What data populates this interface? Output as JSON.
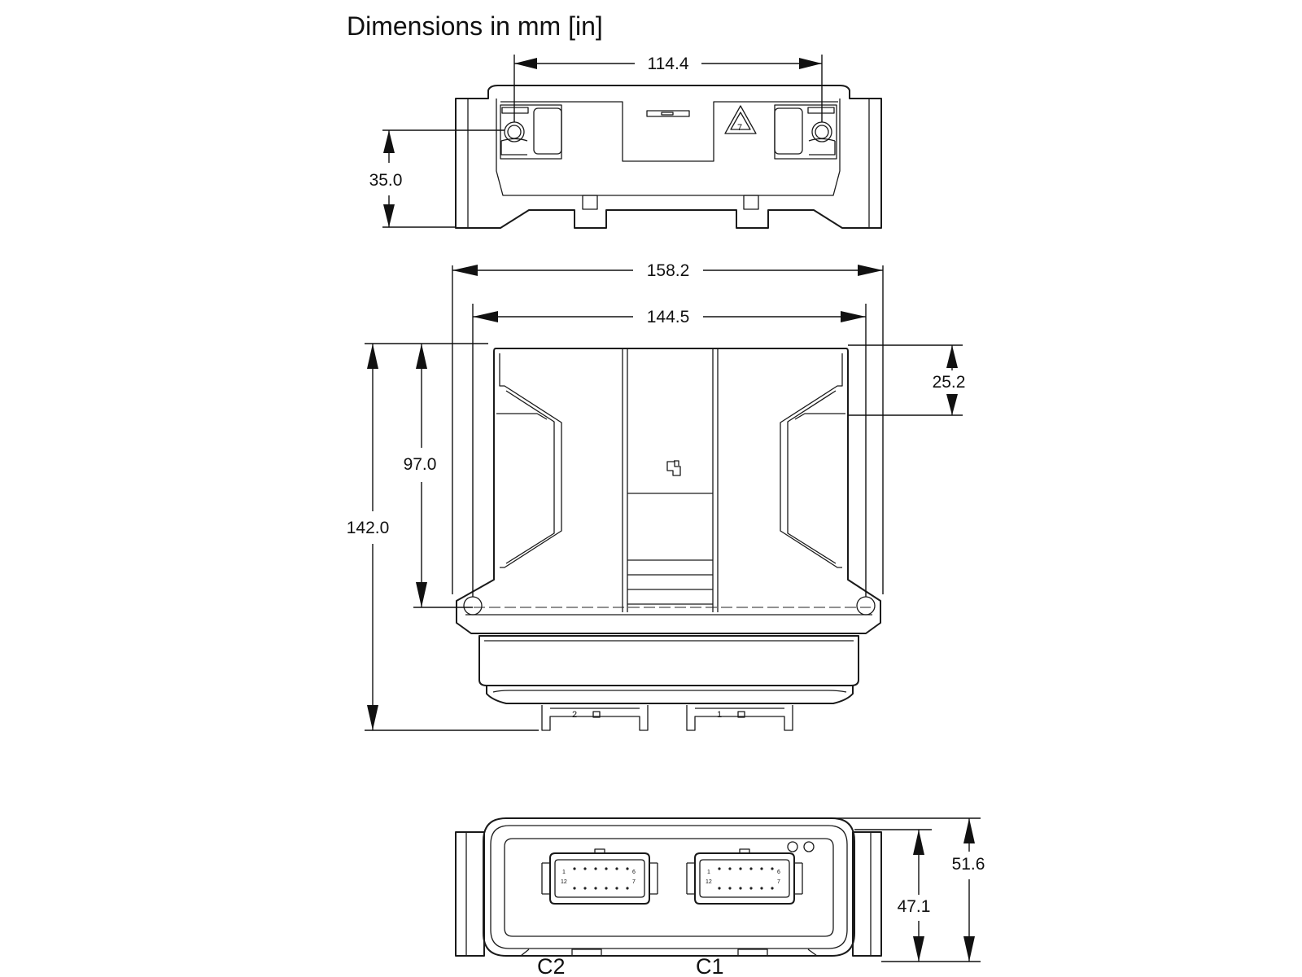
{
  "title": "Dimensions in mm [in]",
  "dimensions": {
    "top_hole_spacing": "114.4",
    "top_height": "35.0",
    "overall_width": "158.2",
    "mount_width": "144.5",
    "overall_length": "142.0",
    "mount_length": "97.0",
    "top_offset": "25.2",
    "front_height_outer": "51.6",
    "front_height_inner": "47.1"
  },
  "connectors": {
    "c1_label": "C1",
    "c2_label": "C2",
    "top_tab_2": "2",
    "top_tab_1": "1",
    "pin_labels": [
      "1",
      "6",
      "12",
      "7"
    ]
  },
  "recycling_code": "7",
  "colors": {
    "line": "#1a1a1a",
    "background": "#ffffff"
  }
}
